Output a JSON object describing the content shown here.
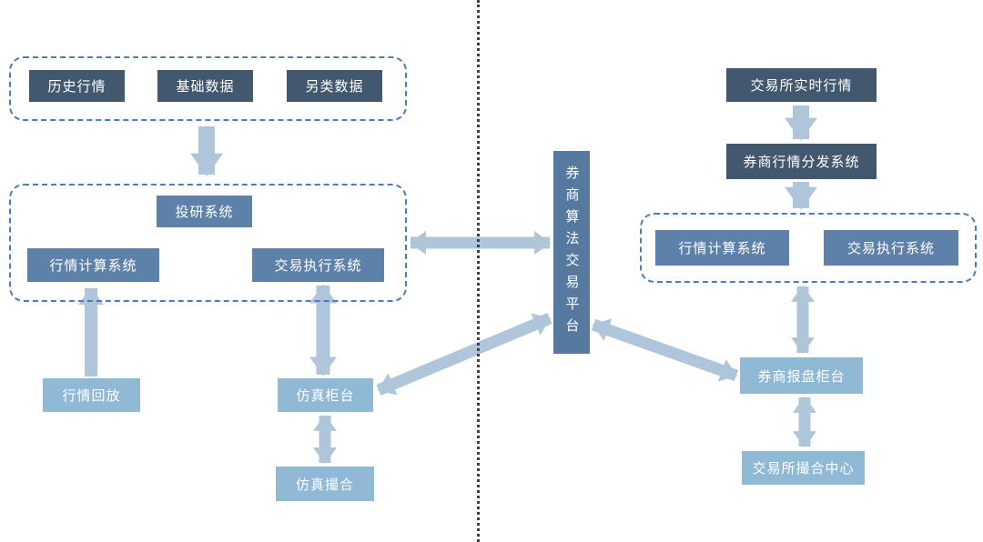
{
  "colors": {
    "node_dark": "#41586e",
    "node_medium": "#5d81a8",
    "node_light": "#8fb9d5",
    "platform": "#567a9f",
    "arrow": "#aec5da",
    "group_border": "#4a7dba",
    "divider": "#3f3f3f",
    "text": "#ffffff"
  },
  "diagram": {
    "left": {
      "data_group": [
        "历史行情",
        "基础数据",
        "另类数据"
      ],
      "research_group": {
        "top": "投研系统",
        "calc": "行情计算系统",
        "exec": "交易执行系统"
      },
      "replay": "行情回放",
      "sim_counter": "仿真柜台",
      "sim_matching": "仿真撮合"
    },
    "center": {
      "platform": "券商算法交易平台"
    },
    "right": {
      "exchange_realtime": "交易所实时行情",
      "distribution": "券商行情分发系统",
      "group": {
        "calc": "行情计算系统",
        "exec": "交易执行系统"
      },
      "order_counter": "券商报盘柜台",
      "exchange_matching": "交易所撮合中心"
    }
  }
}
